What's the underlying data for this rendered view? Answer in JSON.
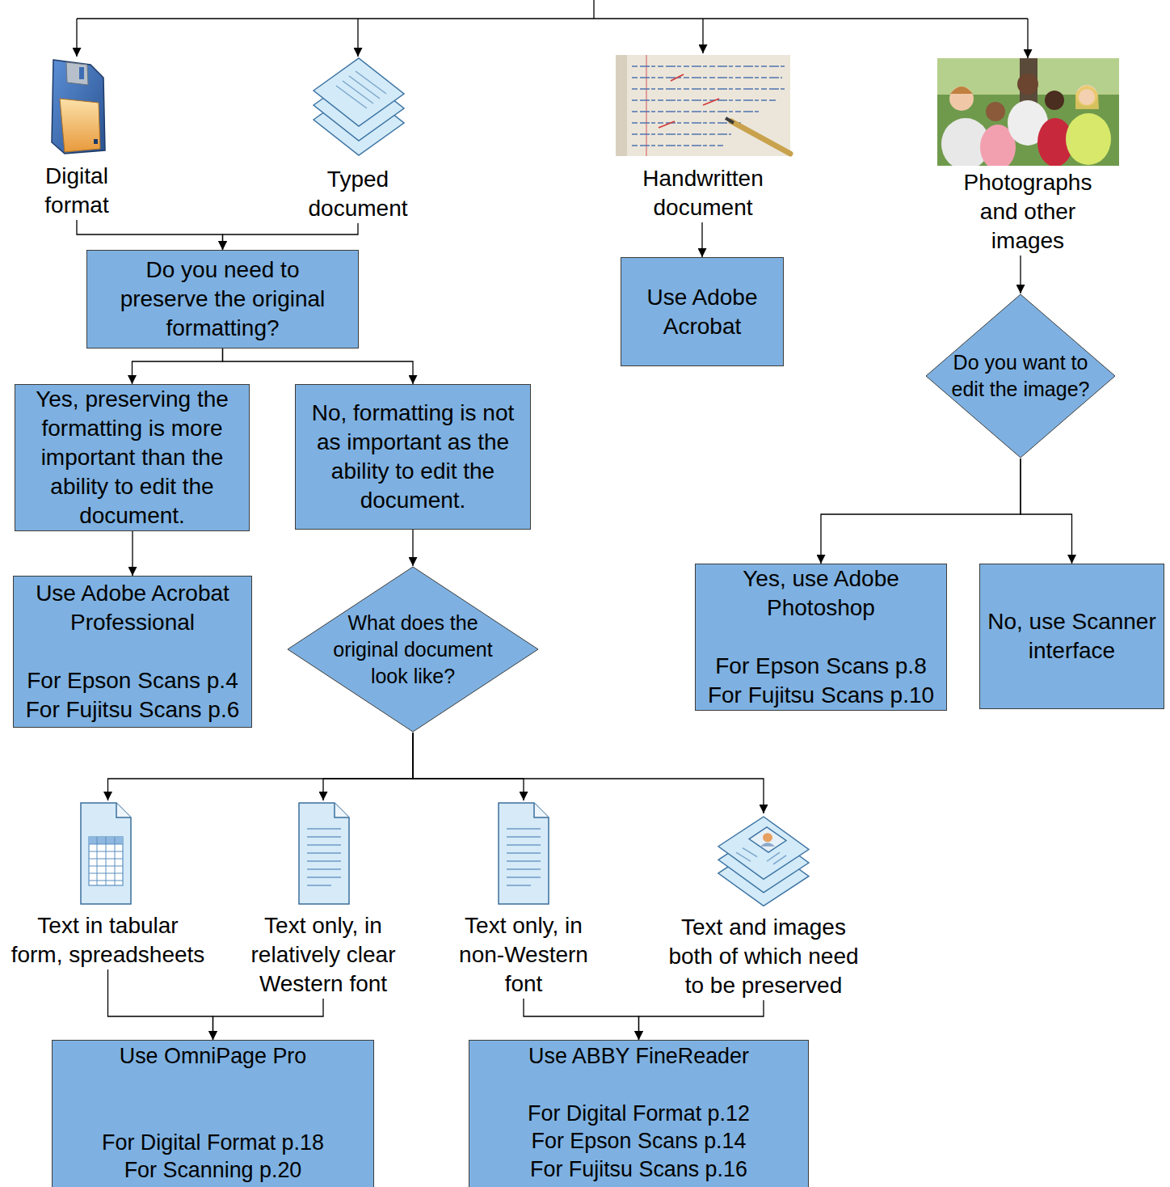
{
  "diagram": {
    "nodes": [
      {
        "text": [
          "Digital format"
        ]
      },
      {
        "text": [
          "Typed document"
        ]
      },
      {
        "text": [
          "Handwritten document"
        ]
      },
      {
        "text": [
          "Photographs and other images"
        ]
      },
      {
        "text": [
          "Do you need to preserve the original formatting?"
        ]
      },
      {
        "text": [
          "Use Adobe Acrobat"
        ]
      },
      {
        "text": [
          "Do you want to edit the image?"
        ]
      },
      {
        "text": [
          "Yes, preserving the formatting is more important than the ability to edit the document."
        ]
      },
      {
        "text": [
          "No, formatting is not as important as the ability to edit the document."
        ]
      },
      {
        "text": [
          "Use Adobe Acrobat Professional",
          "For Epson Scans p.4",
          "For Fujitsu Scans p.6"
        ]
      },
      {
        "text": [
          "What does the original document look like?"
        ]
      },
      {
        "text": [
          "Yes, use Adobe Photoshop",
          "For Epson Scans p.8",
          "For Fujitsu Scans p.10"
        ]
      },
      {
        "text": [
          "No, use Scanner interface"
        ]
      },
      {
        "text": [
          "Text in tabular form, spreadsheets"
        ]
      },
      {
        "text": [
          "Text only, in relatively clear Western font"
        ]
      },
      {
        "text": [
          "Text only, in non-Western font"
        ]
      },
      {
        "text": [
          "Text and images both of which need to be preserved"
        ]
      },
      {
        "text": [
          "Use OmniPage Pro",
          "For Digital Format p.18",
          "For Scanning p.20"
        ]
      },
      {
        "text": [
          "Use ABBY FineReader",
          "For Digital Format p.12",
          "For Epson Scans p.14",
          "For Fujitsu Scans p.16"
        ]
      }
    ],
    "edges": [
      {
        "from": 0,
        "to": 4,
        "arrow": "to"
      },
      {
        "from": 1,
        "to": 4,
        "arrow": "to"
      },
      {
        "from": 2,
        "to": 5,
        "arrow": "to"
      },
      {
        "from": 3,
        "to": 6,
        "arrow": "to"
      },
      {
        "from": 4,
        "to": 7,
        "arrow": "to"
      },
      {
        "from": 4,
        "to": 8,
        "arrow": "to"
      },
      {
        "from": 6,
        "to": 11,
        "arrow": "to"
      },
      {
        "from": 6,
        "to": 12,
        "arrow": "to"
      },
      {
        "from": 7,
        "to": 9,
        "arrow": "to"
      },
      {
        "from": 8,
        "to": 10,
        "arrow": "to"
      },
      {
        "from": 10,
        "to": 13,
        "arrow": "to"
      },
      {
        "from": 10,
        "to": 14,
        "arrow": "to"
      },
      {
        "from": 10,
        "to": 15,
        "arrow": "to"
      },
      {
        "from": 10,
        "to": 16,
        "arrow": "to"
      },
      {
        "from": 13,
        "to": 17,
        "arrow": "to"
      },
      {
        "from": 14,
        "to": 17,
        "arrow": "to"
      },
      {
        "from": 15,
        "to": 18,
        "arrow": "to"
      },
      {
        "from": 16,
        "to": 18,
        "arrow": "to"
      }
    ]
  }
}
